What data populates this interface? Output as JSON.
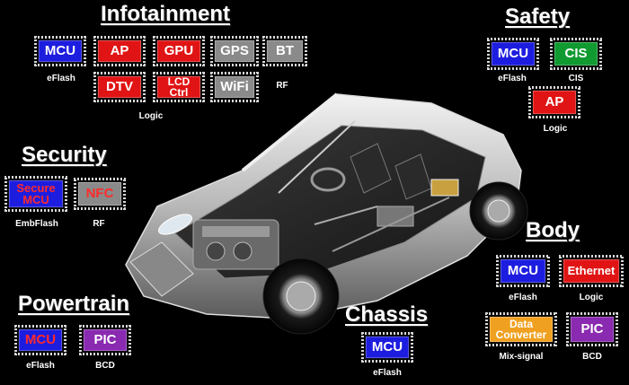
{
  "colors": {
    "blue": "#1d1de0",
    "red": "#e01414",
    "gray": "#8a8a8a",
    "green": "#109a30",
    "purple": "#8a2ab0",
    "orange": "#f0a020",
    "red_text": "#ff2a2a"
  },
  "infotainment": {
    "heading": "Infotainment",
    "chips": {
      "mcu": "MCU",
      "ap": "AP",
      "gpu": "GPU",
      "gps": "GPS",
      "bt": "BT",
      "dtv": "DTV",
      "lcd_line1": "LCD",
      "lcd_line2": "Ctrl",
      "wifi": "WiFi"
    },
    "labels": {
      "eflash": "eFlash",
      "rf": "RF",
      "logic": "Logic"
    }
  },
  "safety": {
    "heading": "Safety",
    "chips": {
      "mcu": "MCU",
      "cis": "CIS",
      "ap": "AP"
    },
    "labels": {
      "eflash": "eFlash",
      "cis": "CIS",
      "logic": "Logic"
    }
  },
  "security": {
    "heading": "Security",
    "chips": {
      "secure_line1": "Secure",
      "secure_line2": "MCU",
      "nfc": "NFC"
    },
    "labels": {
      "embflash": "EmbFlash",
      "rf": "RF"
    }
  },
  "body": {
    "heading": "Body",
    "chips": {
      "mcu": "MCU",
      "ethernet": "Ethernet",
      "data_line1": "Data",
      "data_line2": "Converter",
      "pic": "PIC"
    },
    "labels": {
      "eflash": "eFlash",
      "logic": "Logic",
      "mixsignal": "Mix-signal",
      "bcd": "BCD"
    }
  },
  "powertrain": {
    "heading": "Powertrain",
    "chips": {
      "mcu": "MCU",
      "pic": "PIC"
    },
    "labels": {
      "eflash": "eFlash",
      "bcd": "BCD"
    }
  },
  "chassis": {
    "heading": "Chassis",
    "chips": {
      "mcu": "MCU"
    },
    "labels": {
      "eflash": "eFlash"
    }
  }
}
